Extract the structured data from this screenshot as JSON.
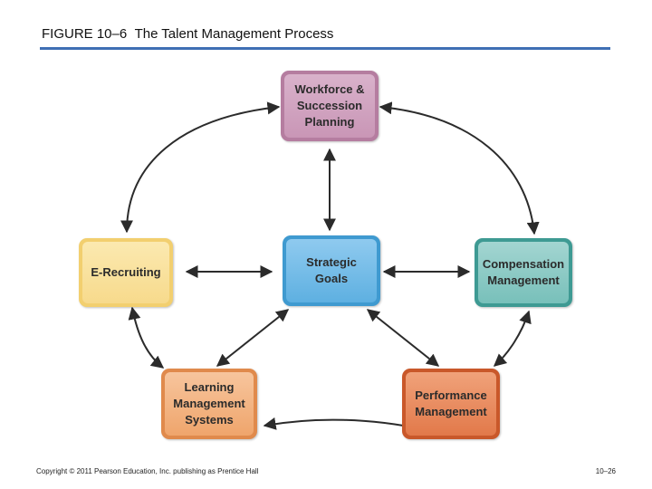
{
  "header": {
    "figure_number": "FIGURE 10–6",
    "figure_title": "The Talent Management Process"
  },
  "diagram": {
    "nodes": {
      "workforce": "Workforce &\nSuccession\nPlanning",
      "strategic": "Strategic\nGoals",
      "erecruiting": "E-Recruiting",
      "compensation": "Compensation\nManagement",
      "learning": "Learning\nManagement\nSystems",
      "performance": "Performance\nManagement"
    },
    "colors": {
      "workforce": "#c996b6",
      "strategic": "#5eb0e1",
      "erecruiting": "#f7da8c",
      "compensation": "#78c0ba",
      "learning": "#efa56c",
      "performance": "#e2794a",
      "rule": "#3f6fb4",
      "arrow": "#2b2b2b"
    },
    "connections": [
      [
        "strategic",
        "workforce"
      ],
      [
        "strategic",
        "erecruiting"
      ],
      [
        "strategic",
        "compensation"
      ],
      [
        "strategic",
        "learning"
      ],
      [
        "strategic",
        "performance"
      ],
      [
        "workforce",
        "erecruiting"
      ],
      [
        "workforce",
        "compensation"
      ],
      [
        "erecruiting",
        "learning"
      ],
      [
        "compensation",
        "performance"
      ],
      [
        "learning",
        "performance"
      ]
    ]
  },
  "footer": {
    "copyright": "Copyright © 2011 Pearson Education, Inc. publishing as Prentice Hall",
    "page": "10–26"
  }
}
